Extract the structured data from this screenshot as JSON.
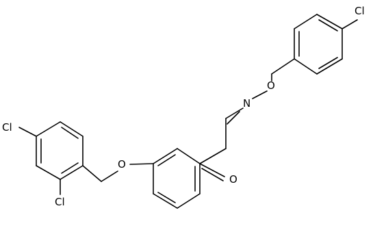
{
  "molecule": {
    "atoms": {
      "cl_top": "Cl",
      "o_ether_top": "O",
      "n_imine": "N",
      "o_carbonyl": "O",
      "o_ether_mid": "O",
      "cl_left": "Cl",
      "cl_bottom": "Cl"
    },
    "colors": {
      "bond": "#000000",
      "label": "#000000",
      "background": "#ffffff"
    }
  }
}
